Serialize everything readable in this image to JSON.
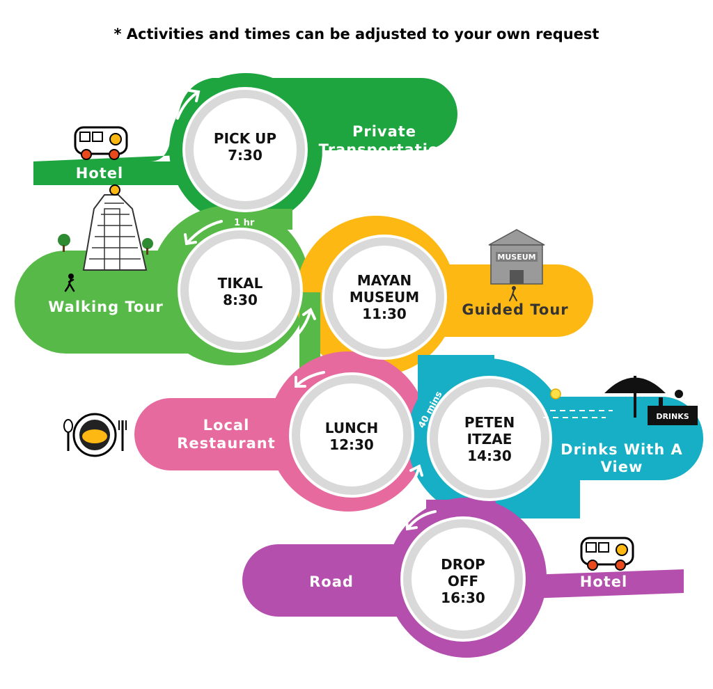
{
  "note": "* Activities and times can be adjusted to your own request",
  "colors": {
    "green": "#1ea540",
    "light_green": "#57b947",
    "orange": "#fdb813",
    "pink": "#e76a9e",
    "teal": "#17afc5",
    "purple": "#b44fad",
    "ring": "#d9d9d9"
  },
  "stops": [
    {
      "line1": "PICK UP",
      "line2": "7:30",
      "line3": ""
    },
    {
      "line1": "TIKAL",
      "line2": "8:30",
      "line3": ""
    },
    {
      "line1": "MAYAN",
      "line2": "MUSEUM",
      "line3": "11:30"
    },
    {
      "line1": "LUNCH",
      "line2": "12:30",
      "line3": ""
    },
    {
      "line1": "PETEN",
      "line2": "ITZAE",
      "line3": "14:30"
    },
    {
      "line1": "DROP",
      "line2": "OFF",
      "line3": "16:30"
    }
  ],
  "labels": {
    "hotel_start": "Hotel",
    "private_transport": [
      "Private",
      "Transportation"
    ],
    "walking_tour": "Walking Tour",
    "guided_tour": "Guided Tour",
    "local_restaurant": [
      "Local",
      "Restaurant"
    ],
    "drinks_view": [
      "Drinks With A",
      "View"
    ],
    "road": "Road",
    "hotel_end": "Hotel"
  },
  "durations": {
    "tikal_leg": "1 hr",
    "peten_leg": "40 mins"
  },
  "signs": {
    "museum": "MUSEUM",
    "drinks": "DRINKS"
  },
  "icons": [
    "bus-icon",
    "pyramid-icon",
    "tree-icon",
    "hiker-icon",
    "museum-building-icon",
    "plate-icon",
    "fork-icon",
    "spoon-icon",
    "umbrella-icon",
    "sun-icon",
    "bus-icon"
  ]
}
